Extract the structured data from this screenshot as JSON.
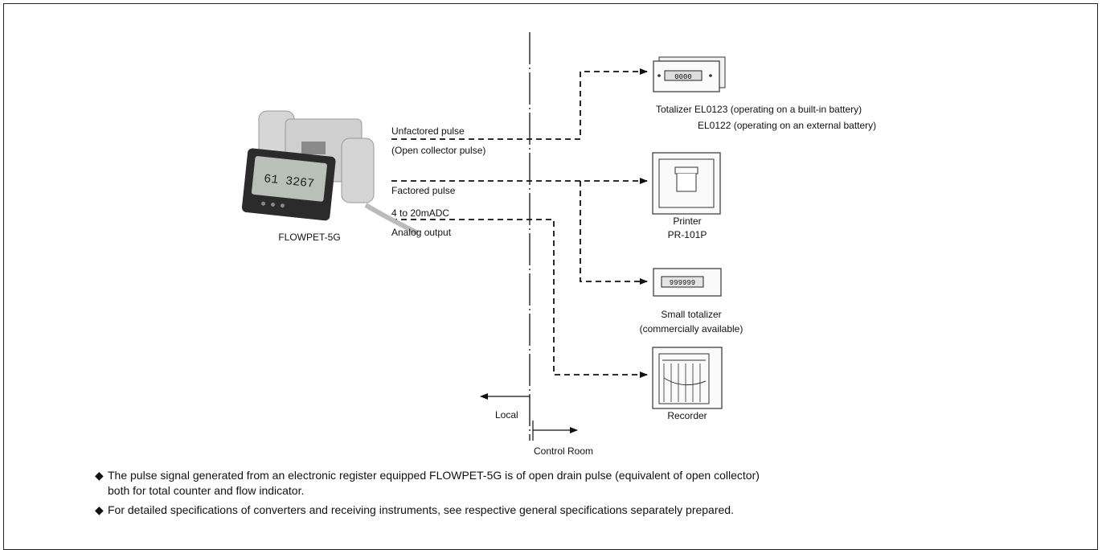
{
  "meter": {
    "name": "FLOWPET-5G",
    "display": "61 3267"
  },
  "signals": {
    "unfactored": [
      "Unfactored pulse",
      "(Open collector pulse)"
    ],
    "factored": "Factored pulse",
    "analog": [
      "4 to 20mADC",
      "Analog output"
    ]
  },
  "zones": {
    "local": "Local",
    "control_room": "Control Room"
  },
  "devices": {
    "totalizer": {
      "line1": "Totalizer EL0123 (operating on a built-in battery)",
      "line2": "EL0122 (operating on an external battery)",
      "display": "0000"
    },
    "printer": {
      "line1": "Printer",
      "line2": "PR-101P"
    },
    "small_totalizer": {
      "line1": "Small totalizer",
      "line2": "(commercially available)",
      "display": "999999"
    },
    "recorder": {
      "line1": "Recorder"
    }
  },
  "notes": {
    "bullet": "◆",
    "note1_line1": "The pulse signal generated from an electronic register equipped FLOWPET-5G is of open drain pulse (equivalent of open collector)",
    "note1_line2": "both for total counter and flow indicator.",
    "note2": "For detailed specifications of converters and receiving instruments, see respective general specifications separately prepared."
  }
}
